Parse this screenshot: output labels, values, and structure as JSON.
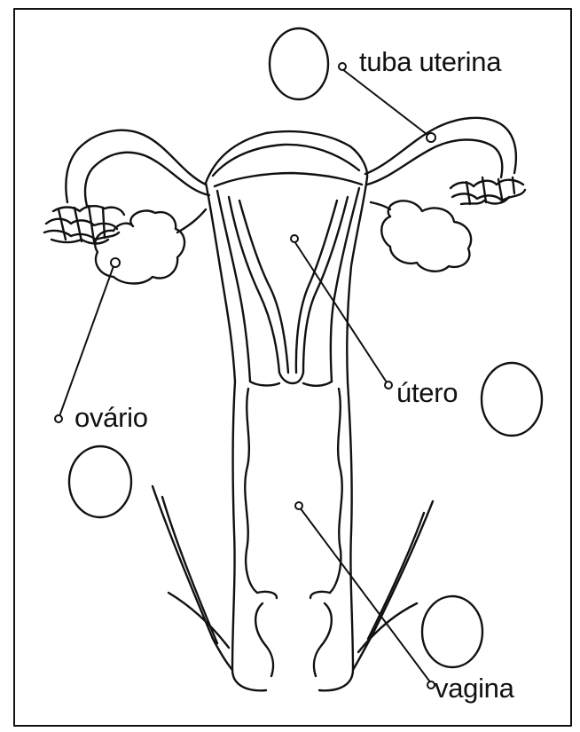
{
  "labels": {
    "tuba_uterina": "tuba uterina",
    "ovario": "ovário",
    "utero": "útero",
    "vagina": "vagina"
  },
  "colors": {
    "ink": "#111111",
    "paper": "#ffffff"
  }
}
